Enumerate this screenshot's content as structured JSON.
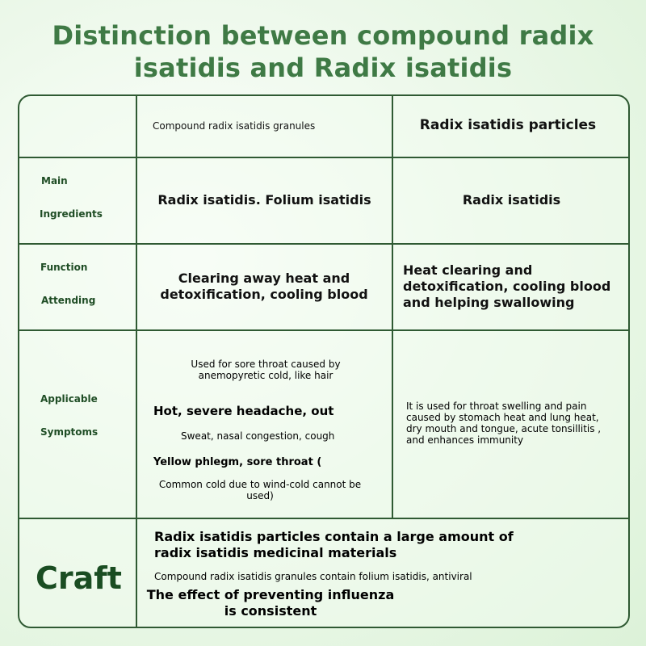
{
  "title": {
    "line1": "Distinction between compound radix",
    "line2": "isatidis and Radix isatidis"
  },
  "header": {
    "col1": "Compound radix isatidis granules",
    "col2": "Radix isatidis particles"
  },
  "rows": {
    "ingredients": {
      "label_line1": "Main",
      "label_line2": "Ingredients",
      "col1": "Radix isatidis. Folium isatidis",
      "col2": "Radix isatidis"
    },
    "function": {
      "label_line1": "Function",
      "label_line2": "Attending",
      "col1": "Clearing away heat and detoxification, cooling blood",
      "col2": "Heat clearing and detoxification, cooling blood and helping swallowing"
    },
    "symptoms": {
      "label_line1": "Applicable",
      "label_line2": "Symptoms",
      "col1_p1": "Used for sore throat caused by anemopyretic cold, like hair",
      "col1_p2": "Hot, severe headache, out",
      "col1_p3": "Sweat, nasal congestion, cough",
      "col1_p4": "Yellow phlegm, sore throat (",
      "col1_p5": "Common cold due to wind-cold cannot be used)",
      "col2": "It is used for throat swelling and pain caused by stomach heat and lung heat, dry mouth and tongue, acute tonsillitis , and enhances immunity"
    },
    "craft": {
      "label": "Craft",
      "p1": "Radix isatidis particles contain a large amount of radix isatidis medicinal materials",
      "p2": "Compound radix isatidis granules contain folium isatidis, antiviral",
      "p3": "The effect of preventing influenza is consistent"
    }
  },
  "colors": {
    "title": "#3f7a45",
    "border": "#2f5a33",
    "label": "#1f4d25"
  }
}
